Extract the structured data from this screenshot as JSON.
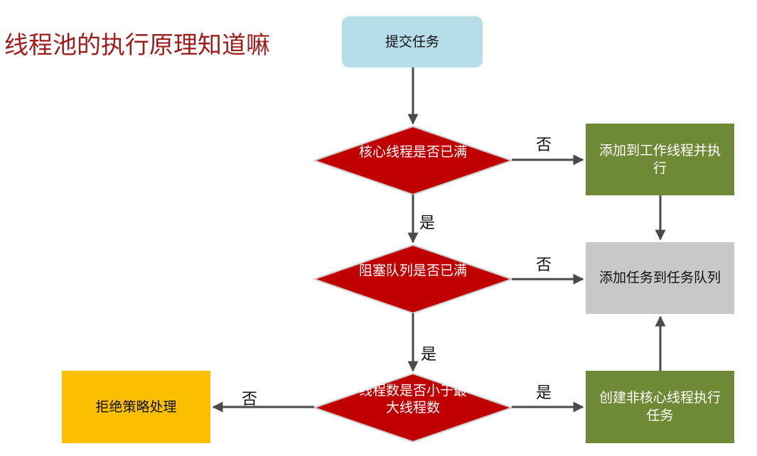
{
  "title": "线程池的执行原理知道嘛",
  "nodes": {
    "submit": "提交任务",
    "core_full": "核心线程是否已满",
    "queue_full": "阻塞队列是否已满",
    "max_threads": "线程数是否小于最大线程数",
    "add_worker": "添加到工作线程并执行",
    "add_queue": "添加任务到任务队列",
    "create_noncore": "创建非核心线程执行任务",
    "reject": "拒绝策略处理"
  },
  "edge_labels": {
    "core_no": "否",
    "core_yes": "是",
    "queue_no": "否",
    "queue_yes": "是",
    "max_no": "否",
    "max_yes": "是"
  },
  "colors": {
    "title": "#a01c1c",
    "decision": "#c00000",
    "start": "#b7dde8",
    "action_green": "#6f8a36",
    "action_gray": "#c8c8c8",
    "action_yellow": "#fbbf00",
    "connector": "#4a4a4a"
  }
}
